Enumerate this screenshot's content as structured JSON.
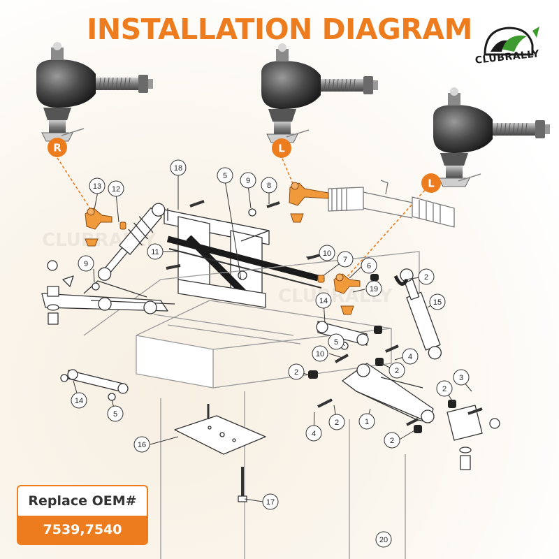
{
  "header": {
    "title": "INSTALLATION DIAGRAM"
  },
  "logo": {
    "text": "CLUBRALLY"
  },
  "watermark": {
    "text": "CLUBRALLY"
  },
  "side_markers": [
    "R",
    "L",
    "L"
  ],
  "callouts": [
    "13",
    "12",
    "18",
    "5",
    "9",
    "8",
    "11",
    "9",
    "10",
    "7",
    "6",
    "19",
    "14",
    "2",
    "15",
    "5",
    "10",
    "4",
    "2",
    "2",
    "2",
    "3",
    "14",
    "5",
    "1",
    "4",
    "2",
    "2",
    "16",
    "17",
    "20"
  ],
  "oem": {
    "label": "Replace OEM#",
    "value": "7539,7540"
  },
  "colors": {
    "accent": "#ec7c1e",
    "line": "#333333",
    "part_highlight": "#f09a3c"
  }
}
